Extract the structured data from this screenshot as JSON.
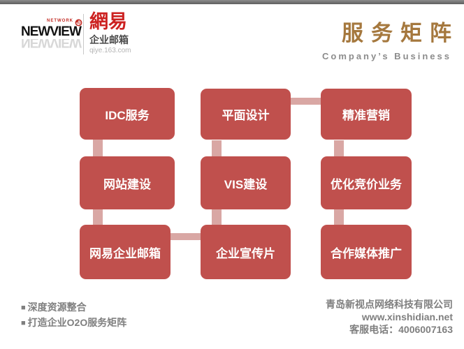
{
  "header": {
    "newview": {
      "network": "NETWORK",
      "name": "NEWVIEW"
    },
    "netease": {
      "logo": "網易",
      "product": "企业邮箱",
      "url": "qiye.163.com"
    },
    "title": "服务矩阵",
    "subtitle": "Company’s Business"
  },
  "matrix": {
    "boxes": [
      {
        "label": "IDC服务"
      },
      {
        "label": "平面设计"
      },
      {
        "label": "精准营销"
      },
      {
        "label": "网站建设"
      },
      {
        "label": "VIS建设"
      },
      {
        "label": "优化竞价业务"
      },
      {
        "label": "网易企业邮箱"
      },
      {
        "label": "企业宣传片"
      },
      {
        "label": "合作媒体推广"
      }
    ]
  },
  "footer": {
    "left_items": [
      {
        "bullet": "■",
        "text": "深度资源整合"
      },
      {
        "bullet": "■",
        "text": "打造企业O2O服务矩阵"
      }
    ],
    "company": "青岛新视点网络科技有限公司",
    "website": "www.xinshidian.net",
    "phone": "客服电话：4006007163"
  },
  "colors": {
    "box_red": "#c0504d",
    "connector_pink": "#d9a7a4",
    "title_brown": "#a5783e",
    "netease_red": "#cc2120",
    "footer_gray": "#7f7f7f"
  }
}
